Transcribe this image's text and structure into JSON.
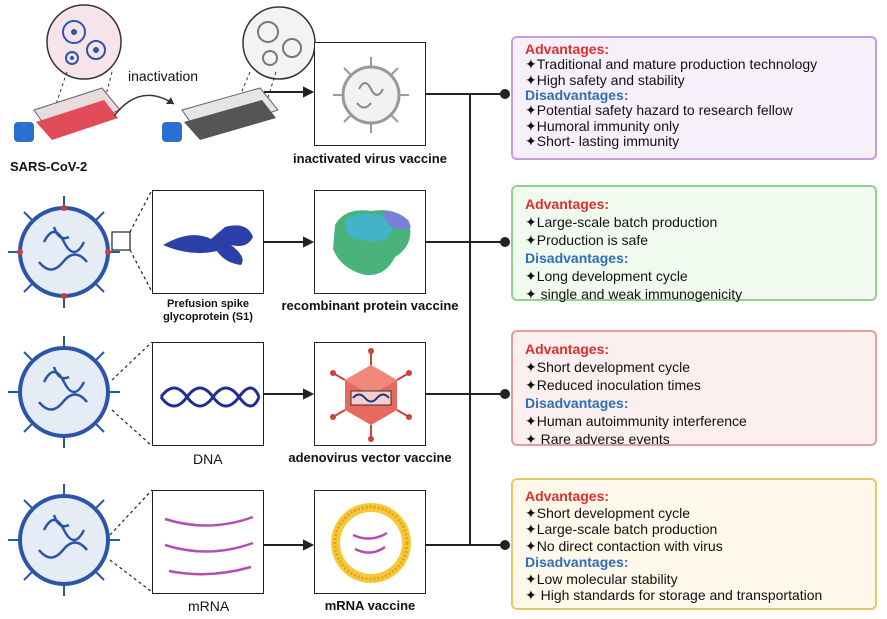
{
  "colors": {
    "adv_heading": "#e02d2d",
    "disadv_heading": "#2e6fb5",
    "virus_blue": "#2b55a8",
    "spike_red": "#d23a3a"
  },
  "left": {
    "virus_name": "SARS-CoV-2",
    "inactivation_label": "inactivation",
    "spike_label": "Prefusion spike\nglycoprotein (S1)",
    "dna_label": "DNA",
    "mrna_label": "mRNA"
  },
  "vaccines": [
    {
      "name": "inactivated virus vaccine",
      "border": "#c79be0",
      "bg": "#f6f0fb",
      "adv_title": "Advantages:",
      "advantages": [
        "✦Traditional and mature production technology",
        "✦High safety and stability"
      ],
      "disadv_title": "Disadvantages:",
      "disadvantages": [
        "✦Potential safety hazard to research fellow",
        "✦Humoral immunity only",
        "✦Short- lasting immunity"
      ]
    },
    {
      "name": "recombinant protein vaccine",
      "border": "#8fd38b",
      "bg": "#f0faef",
      "adv_title": "Advantages:",
      "advantages": [
        "✦Large-scale batch production",
        "✦Production is safe"
      ],
      "disadv_title": "Disadvantages:",
      "disadvantages": [
        "✦Long development cycle",
        "✦ single and weak immunogenicity"
      ]
    },
    {
      "name": "adenovirus vector vaccine",
      "border": "#e99aa0",
      "bg": "#fcefef",
      "adv_title": "Advantages:",
      "advantages": [
        "✦Short development cycle",
        "✦Reduced inoculation times"
      ],
      "disadv_title": "Disadvantages:",
      "disadvantages": [
        "✦Human autoimmunity interference",
        "✦ Rare adverse events"
      ]
    },
    {
      "name": "mRNA vaccine",
      "border": "#e6c76a",
      "bg": "#fdf8ea",
      "adv_title": "Advantages:",
      "advantages": [
        "✦Short development cycle",
        "✦Large-scale batch production",
        "✦No direct contaction with virus"
      ],
      "disadv_title": "Disadvantages:",
      "disadvantages": [
        "✦Low molecular stability",
        "✦ High standards for storage and transportation"
      ]
    }
  ]
}
